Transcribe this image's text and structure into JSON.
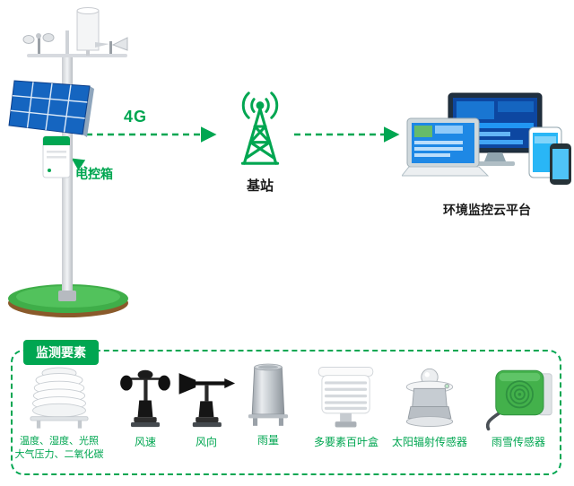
{
  "colors": {
    "accent": "#00a651"
  },
  "station": {
    "control_box_label": "电控箱"
  },
  "link": {
    "network_label": "4G"
  },
  "base_station": {
    "label": "基站"
  },
  "platform": {
    "label": "环境监控云平台"
  },
  "panel": {
    "title": "监测要素",
    "sensors": [
      {
        "id": "multi-plate-shield",
        "label": "温度、湿度、光照\n大气压力、二氧化碳"
      },
      {
        "id": "wind-speed",
        "label": "风速"
      },
      {
        "id": "wind-direction",
        "label": "风向"
      },
      {
        "id": "rain-gauge",
        "label": "雨量"
      },
      {
        "id": "multi-element-louver-box",
        "label": "多要素百叶盒"
      },
      {
        "id": "solar-radiation",
        "label": "太阳辐射传感器"
      },
      {
        "id": "rain-snow",
        "label": "雨雪传感器"
      }
    ]
  }
}
